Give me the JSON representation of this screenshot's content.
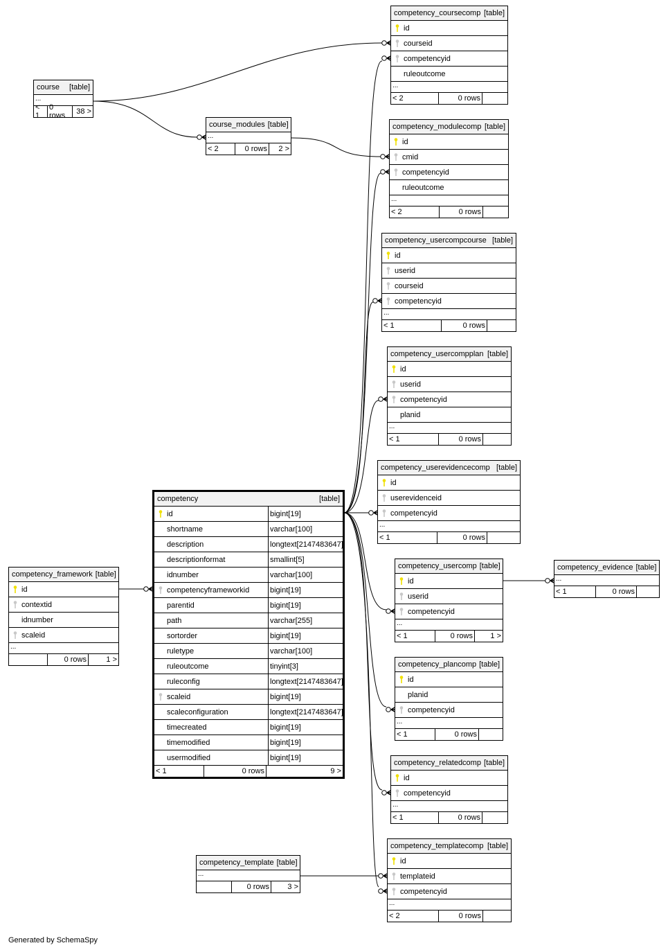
{
  "footer": "Generated by SchemaSpy",
  "tag": "[table]",
  "colors": {
    "pk_key": "#f0e000",
    "fk_key": "#c8c8c8",
    "header_bg": "#f2f2f2"
  },
  "tables": {
    "course": {
      "name": "course",
      "ellipsis": "...",
      "foot": [
        "< 1",
        "0 rows",
        "38 >"
      ]
    },
    "course_modules": {
      "name": "course_modules",
      "ellipsis": "...",
      "foot": [
        "< 2",
        "0 rows",
        "2 >"
      ]
    },
    "competency_coursecomp": {
      "name": "competency_coursecomp",
      "columns": [
        {
          "name": "id",
          "key": "pk"
        },
        {
          "name": "courseid",
          "key": "fk"
        },
        {
          "name": "competencyid",
          "key": "fk"
        },
        {
          "name": "ruleoutcome",
          "key": ""
        }
      ],
      "ellipsis": "...",
      "foot": [
        "< 2",
        "0 rows",
        ""
      ]
    },
    "competency_modulecomp": {
      "name": "competency_modulecomp",
      "columns": [
        {
          "name": "id",
          "key": "pk"
        },
        {
          "name": "cmid",
          "key": "fk"
        },
        {
          "name": "competencyid",
          "key": "fk"
        },
        {
          "name": "ruleoutcome",
          "key": ""
        }
      ],
      "ellipsis": "...",
      "foot": [
        "< 2",
        "0 rows",
        ""
      ]
    },
    "competency_usercompcourse": {
      "name": "competency_usercompcourse",
      "columns": [
        {
          "name": "id",
          "key": "pk"
        },
        {
          "name": "userid",
          "key": "fk"
        },
        {
          "name": "courseid",
          "key": "fk"
        },
        {
          "name": "competencyid",
          "key": "fk"
        }
      ],
      "ellipsis": "...",
      "foot": [
        "< 1",
        "0 rows",
        ""
      ]
    },
    "competency_usercompplan": {
      "name": "competency_usercompplan",
      "columns": [
        {
          "name": "id",
          "key": "pk"
        },
        {
          "name": "userid",
          "key": "fk"
        },
        {
          "name": "competencyid",
          "key": "fk"
        },
        {
          "name": "planid",
          "key": ""
        }
      ],
      "ellipsis": "...",
      "foot": [
        "< 1",
        "0 rows",
        ""
      ]
    },
    "competency_userevidencecomp": {
      "name": "competency_userevidencecomp",
      "columns": [
        {
          "name": "id",
          "key": "pk"
        },
        {
          "name": "userevidenceid",
          "key": "fk"
        },
        {
          "name": "competencyid",
          "key": "fk"
        }
      ],
      "ellipsis": "...",
      "foot": [
        "< 1",
        "0 rows",
        ""
      ]
    },
    "competency_usercomp": {
      "name": "competency_usercomp",
      "columns": [
        {
          "name": "id",
          "key": "pk"
        },
        {
          "name": "userid",
          "key": "fk"
        },
        {
          "name": "competencyid",
          "key": "fk"
        }
      ],
      "ellipsis": "...",
      "foot": [
        "< 1",
        "0 rows",
        "1 >"
      ]
    },
    "competency_evidence": {
      "name": "competency_evidence",
      "ellipsis": "...",
      "foot": [
        "< 1",
        "0 rows",
        ""
      ]
    },
    "competency_plancomp": {
      "name": "competency_plancomp",
      "columns": [
        {
          "name": "id",
          "key": "pk"
        },
        {
          "name": "planid",
          "key": ""
        },
        {
          "name": "competencyid",
          "key": "fk"
        }
      ],
      "ellipsis": "...",
      "foot": [
        "< 1",
        "0 rows",
        ""
      ]
    },
    "competency_relatedcomp": {
      "name": "competency_relatedcomp",
      "columns": [
        {
          "name": "id",
          "key": "pk"
        },
        {
          "name": "competencyid",
          "key": "fk"
        }
      ],
      "ellipsis": "...",
      "foot": [
        "< 1",
        "0 rows",
        ""
      ]
    },
    "competency_templatecomp": {
      "name": "competency_templatecomp",
      "columns": [
        {
          "name": "id",
          "key": "pk"
        },
        {
          "name": "templateid",
          "key": "fk"
        },
        {
          "name": "competencyid",
          "key": "fk"
        }
      ],
      "ellipsis": "...",
      "foot": [
        "< 2",
        "0 rows",
        ""
      ]
    },
    "competency_template": {
      "name": "competency_template",
      "ellipsis": "...",
      "foot": [
        "",
        "0 rows",
        "3 >"
      ]
    },
    "competency_framework": {
      "name": "competency_framework",
      "columns": [
        {
          "name": "id",
          "key": "pk"
        },
        {
          "name": "contextid",
          "key": "fk"
        },
        {
          "name": "idnumber",
          "key": ""
        },
        {
          "name": "scaleid",
          "key": "fk"
        }
      ],
      "ellipsis": "...",
      "foot": [
        "",
        "0 rows",
        "1 >"
      ]
    },
    "competency": {
      "name": "competency",
      "columns": [
        {
          "name": "id",
          "type": "bigint[19]",
          "key": "pk"
        },
        {
          "name": "shortname",
          "type": "varchar[100]",
          "key": ""
        },
        {
          "name": "description",
          "type": "longtext[2147483647]",
          "key": ""
        },
        {
          "name": "descriptionformat",
          "type": "smallint[5]",
          "key": ""
        },
        {
          "name": "idnumber",
          "type": "varchar[100]",
          "key": ""
        },
        {
          "name": "competencyframeworkid",
          "type": "bigint[19]",
          "key": "fk"
        },
        {
          "name": "parentid",
          "type": "bigint[19]",
          "key": ""
        },
        {
          "name": "path",
          "type": "varchar[255]",
          "key": ""
        },
        {
          "name": "sortorder",
          "type": "bigint[19]",
          "key": ""
        },
        {
          "name": "ruletype",
          "type": "varchar[100]",
          "key": ""
        },
        {
          "name": "ruleoutcome",
          "type": "tinyint[3]",
          "key": ""
        },
        {
          "name": "ruleconfig",
          "type": "longtext[2147483647]",
          "key": ""
        },
        {
          "name": "scaleid",
          "type": "bigint[19]",
          "key": "fk"
        },
        {
          "name": "scaleconfiguration",
          "type": "longtext[2147483647]",
          "key": ""
        },
        {
          "name": "timecreated",
          "type": "bigint[19]",
          "key": ""
        },
        {
          "name": "timemodified",
          "type": "bigint[19]",
          "key": ""
        },
        {
          "name": "usermodified",
          "type": "bigint[19]",
          "key": ""
        }
      ],
      "foot": [
        "< 1",
        "0 rows",
        "9 >"
      ]
    }
  }
}
